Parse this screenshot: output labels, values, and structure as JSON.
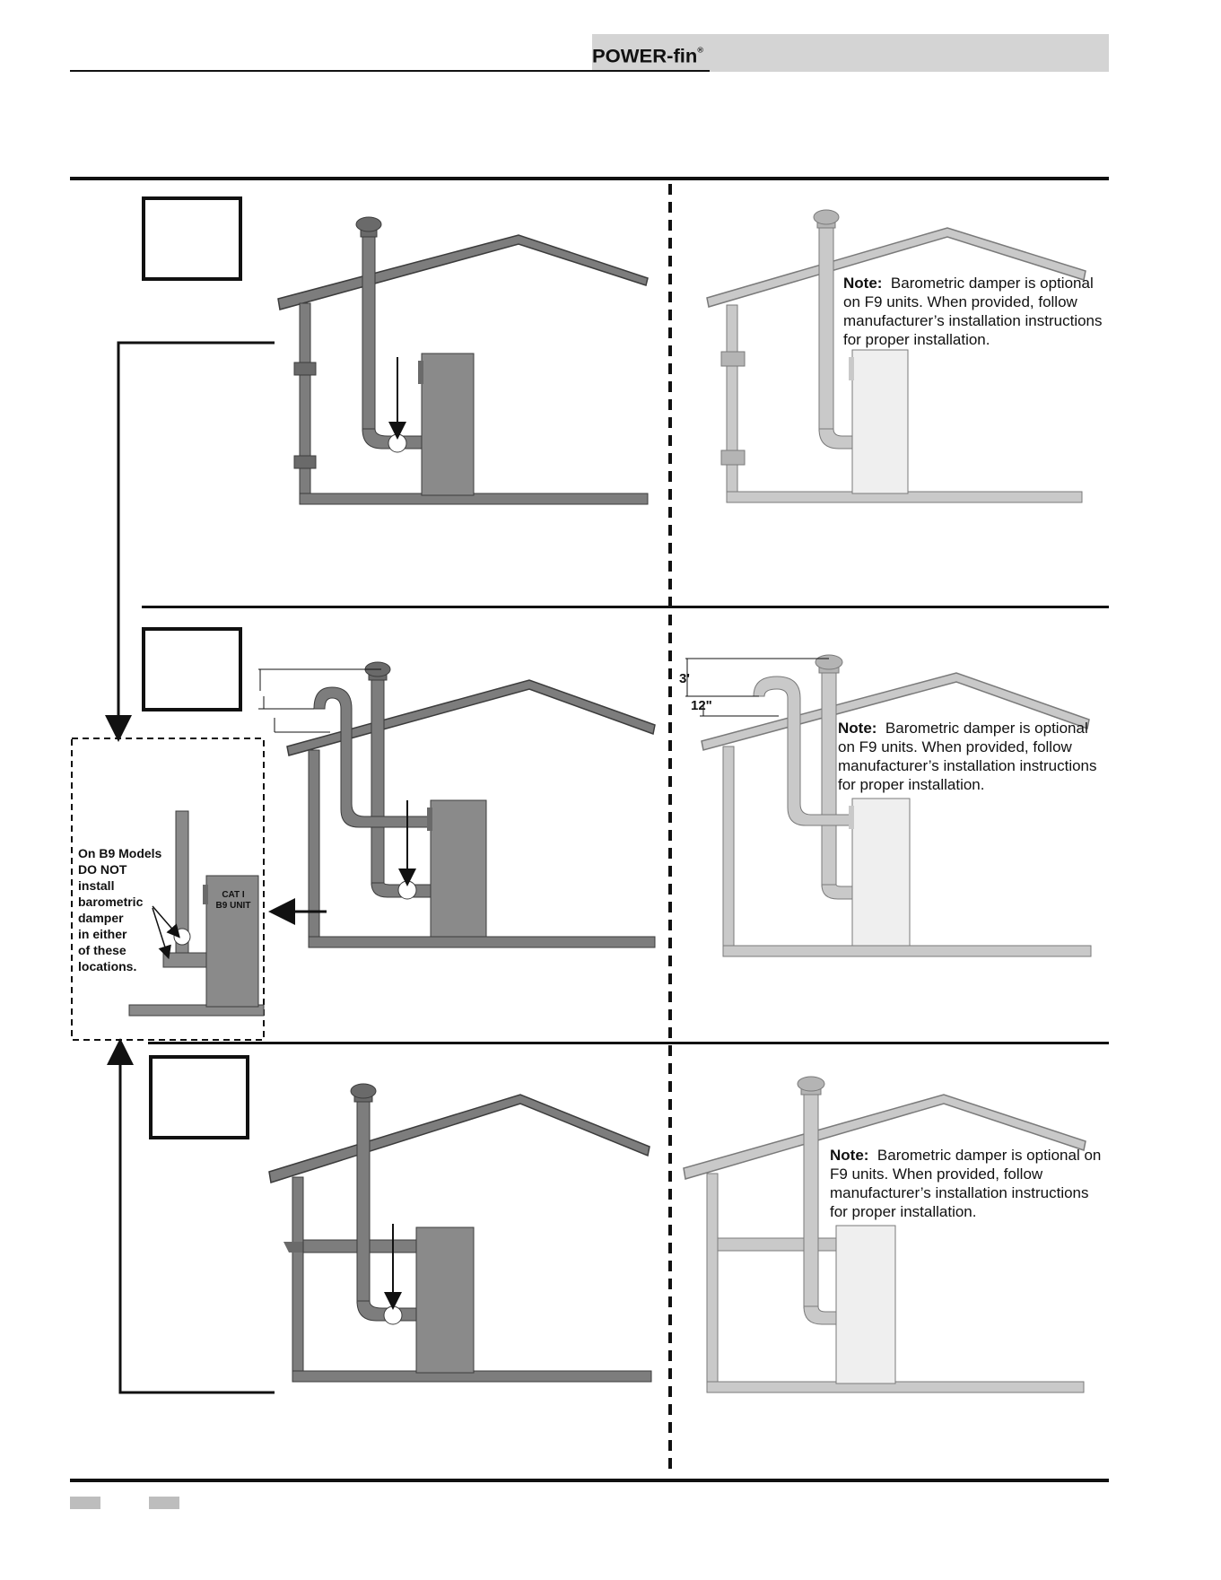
{
  "header": {
    "logo_text": "POWER-fin",
    "logo_mark": "®"
  },
  "notes": {
    "label": "Note:",
    "text": "Barometric damper is optional on F9 units.  When provided, follow manufacturer’s installation instructions for proper installation."
  },
  "dimensions": {
    "three_ft": "3'",
    "twelve_in": "12\""
  },
  "unit_label": {
    "line1": "CAT I",
    "line2": "B9 UNIT"
  },
  "b9_warning": [
    "On B9 Models",
    "DO NOT",
    "install",
    "barometric",
    "damper",
    "in either",
    "of these",
    "locations."
  ],
  "colors": {
    "dark_pipe": "#7d7d7d",
    "dark_outline": "#3c3c3c",
    "light_pipe": "#c9c9c9",
    "light_outline": "#7a7a7a",
    "light_unit": "#efefef",
    "dark_unit": "#8a8a8a"
  }
}
